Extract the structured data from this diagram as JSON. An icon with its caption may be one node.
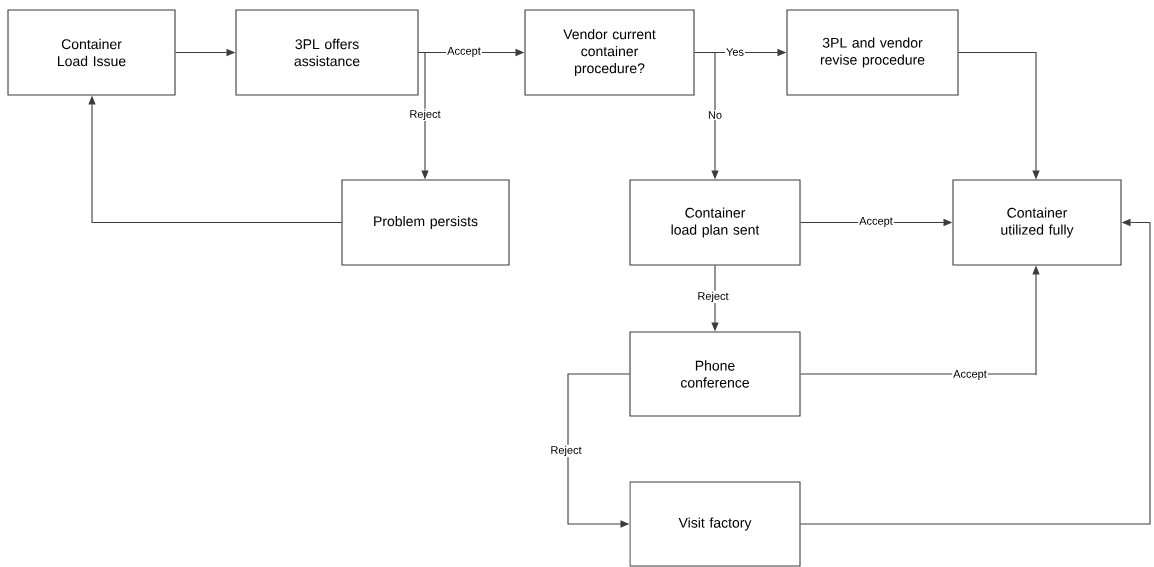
{
  "diagram": {
    "nodes": [
      {
        "text": [
          "Container Load Issue"
        ]
      },
      {
        "text": [
          "3PL offers assistance"
        ]
      },
      {
        "text": [
          "Vendor current container procedure?"
        ]
      },
      {
        "text": [
          "3PL and vendor revise procedure"
        ]
      },
      {
        "text": [
          "Problem persists"
        ]
      },
      {
        "text": [
          "Container load plan sent"
        ]
      },
      {
        "text": [
          "Container utilized fully"
        ]
      },
      {
        "text": [
          "Phone conference"
        ]
      },
      {
        "text": [
          "Visit factory"
        ]
      }
    ],
    "edges": [
      {
        "from": 0,
        "to": 1,
        "arrow": "to"
      },
      {
        "from": 1,
        "to": 2,
        "arrow": "to",
        "label": "Accept"
      },
      {
        "from": 1,
        "to": 4,
        "arrow": "to",
        "label": "Reject"
      },
      {
        "from": 4,
        "to": 0,
        "arrow": "to"
      },
      {
        "from": 2,
        "to": 3,
        "arrow": "to",
        "label": "Yes"
      },
      {
        "from": 2,
        "to": 5,
        "arrow": "to",
        "label": "No"
      },
      {
        "from": 3,
        "to": 6,
        "arrow": "to"
      },
      {
        "from": 5,
        "to": 6,
        "arrow": "to",
        "label": "Accept"
      },
      {
        "from": 5,
        "to": 7,
        "arrow": "to",
        "label": "Reject"
      },
      {
        "from": 7,
        "to": 6,
        "arrow": "to",
        "label": "Accept"
      },
      {
        "from": 7,
        "to": 8,
        "arrow": "to",
        "label": "Reject"
      },
      {
        "from": 8,
        "to": 6,
        "arrow": "to"
      }
    ]
  }
}
